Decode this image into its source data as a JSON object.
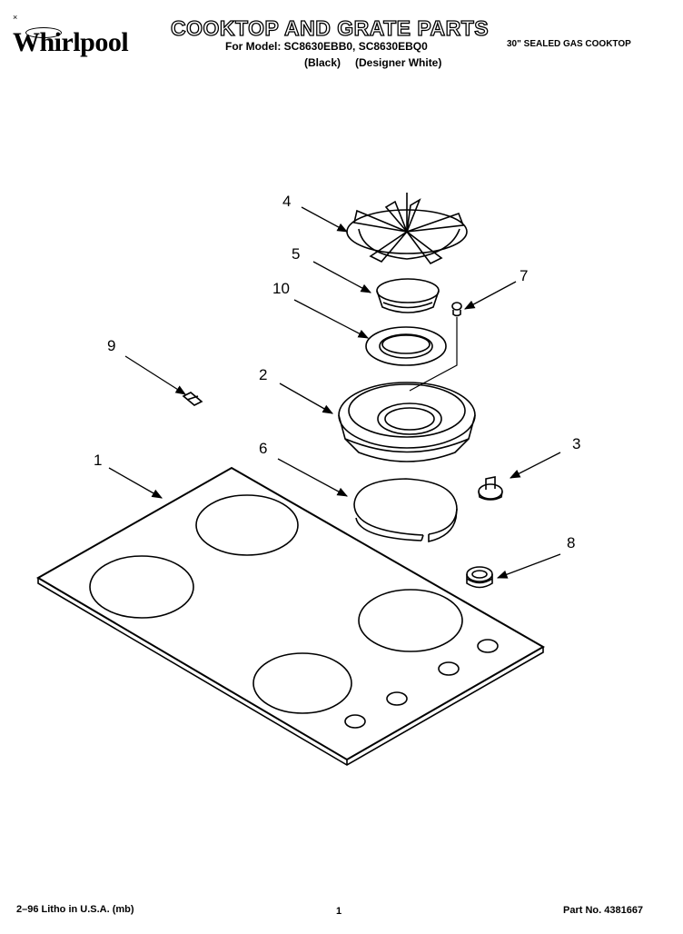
{
  "header": {
    "corner_mark": "×",
    "brand": "Whirlpool",
    "title": "COOKTOP AND GRATE PARTS",
    "model_line": "For Model: SC8630EBB0, SC8630EBQ0",
    "color_black": "(Black)",
    "color_white": "(Designer White)",
    "product": "30\" SEALED GAS COOKTOP"
  },
  "callouts": [
    "4",
    "5",
    "10",
    "7",
    "9",
    "2",
    "6",
    "3",
    "1",
    "8"
  ],
  "footer": {
    "litho": "2–96 Litho in U.S.A. (mb)",
    "page": "1",
    "part_no": "Part No. 4381667"
  }
}
